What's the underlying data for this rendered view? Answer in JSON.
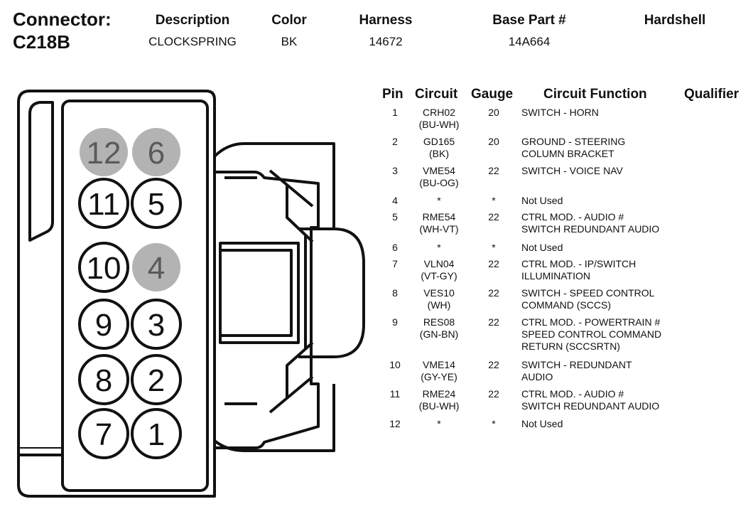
{
  "header": {
    "connector_label": "Connector:",
    "connector_id": "C218B",
    "columns": {
      "description": {
        "label": "Description",
        "value": "CLOCKSPRING"
      },
      "color": {
        "label": "Color",
        "value": "BK"
      },
      "harness": {
        "label": "Harness",
        "value": "14672"
      },
      "base_part": {
        "label": "Base Part #",
        "value": "14A664"
      },
      "hardshell": {
        "label": "Hardshell",
        "value": ""
      }
    }
  },
  "table": {
    "headers": {
      "pin": "Pin",
      "circuit": "Circuit",
      "gauge": "Gauge",
      "function": "Circuit Function",
      "qualifier": "Qualifier"
    },
    "rows": [
      {
        "pin": "1",
        "circuit": [
          "CRH02",
          "(BU-WH)"
        ],
        "gauge": "20",
        "function": [
          "SWITCH - HORN"
        ]
      },
      {
        "pin": "2",
        "circuit": [
          "GD165",
          "(BK)"
        ],
        "gauge": "20",
        "function": [
          "GROUND - STEERING",
          "COLUMN BRACKET"
        ]
      },
      {
        "pin": "3",
        "circuit": [
          "VME54",
          "(BU-OG)"
        ],
        "gauge": "22",
        "function": [
          "SWITCH - VOICE NAV"
        ]
      },
      {
        "pin": "4",
        "circuit": [
          "*"
        ],
        "gauge": "*",
        "function": [
          "Not Used"
        ]
      },
      {
        "pin": "5",
        "circuit": [
          "RME54",
          "(WH-VT)"
        ],
        "gauge": "22",
        "function": [
          "CTRL MOD. - AUDIO #",
          "SWITCH REDUNDANT AUDIO"
        ]
      },
      {
        "pin": "6",
        "circuit": [
          "*"
        ],
        "gauge": "*",
        "function": [
          "Not Used"
        ]
      },
      {
        "pin": "7",
        "circuit": [
          "VLN04",
          "(VT-GY)"
        ],
        "gauge": "22",
        "function": [
          "CTRL MOD. - IP/SWITCH",
          "ILLUMINATION"
        ]
      },
      {
        "pin": "8",
        "circuit": [
          "VES10",
          "(WH)"
        ],
        "gauge": "22",
        "function": [
          "SWITCH - SPEED CONTROL",
          "COMMAND (SCCS)"
        ]
      },
      {
        "pin": "9",
        "circuit": [
          "RES08",
          "(GN-BN)"
        ],
        "gauge": "22",
        "function": [
          "CTRL MOD. - POWERTRAIN #",
          "SPEED CONTROL COMMAND",
          "RETURN (SCCSRTN)"
        ]
      },
      {
        "pin": "10",
        "circuit": [
          "VME14",
          "(GY-YE)"
        ],
        "gauge": "22",
        "function": [
          "SWITCH - REDUNDANT",
          "AUDIO"
        ]
      },
      {
        "pin": "11",
        "circuit": [
          "RME24",
          "(BU-WH)"
        ],
        "gauge": "22",
        "function": [
          "CTRL MOD. - AUDIO #",
          "SWITCH REDUNDANT AUDIO"
        ]
      },
      {
        "pin": "12",
        "circuit": [
          "*"
        ],
        "gauge": "*",
        "function": [
          "Not Used"
        ]
      }
    ]
  },
  "diagram": {
    "pins": [
      {
        "label": "12",
        "used": false
      },
      {
        "label": "6",
        "used": false
      },
      {
        "label": "11",
        "used": true
      },
      {
        "label": "5",
        "used": true
      },
      {
        "label": "10",
        "used": true
      },
      {
        "label": "4",
        "used": false
      },
      {
        "label": "9",
        "used": true
      },
      {
        "label": "3",
        "used": true
      },
      {
        "label": "8",
        "used": true
      },
      {
        "label": "2",
        "used": true
      },
      {
        "label": "7",
        "used": true
      },
      {
        "label": "1",
        "used": true
      }
    ],
    "colors": {
      "used_fill": "#ffffff",
      "unused_fill": "#b3b3b3",
      "used_text": "#111111",
      "unused_text": "#5a5a5a",
      "stroke": "#111111"
    }
  }
}
